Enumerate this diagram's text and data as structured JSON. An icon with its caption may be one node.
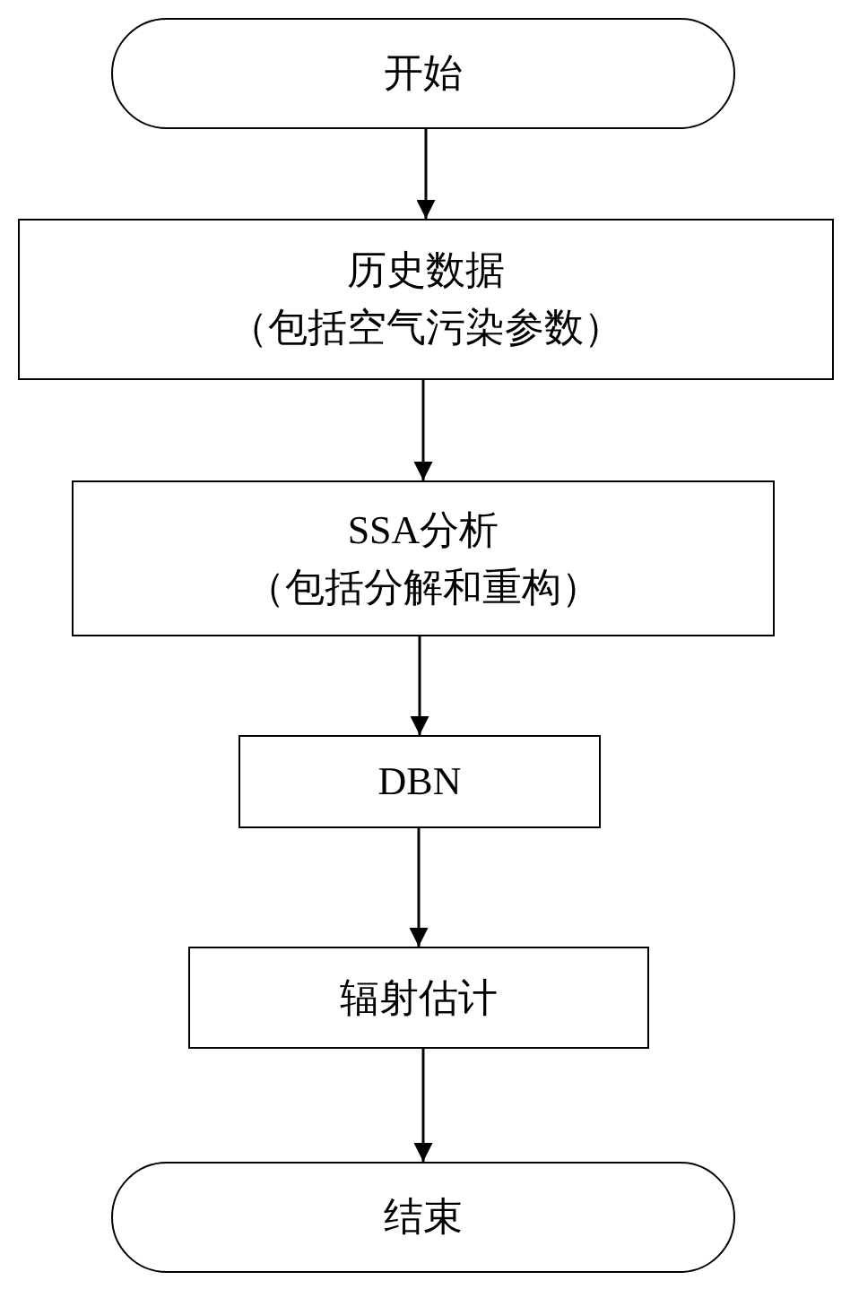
{
  "diagram": {
    "nodes": [
      {
        "text": [
          "开始"
        ]
      },
      {
        "text": [
          "历史数据",
          "（包括空气污染参数）"
        ]
      },
      {
        "text": [
          "SSA分析",
          "（包括分解和重构）"
        ]
      },
      {
        "text": [
          "DBN"
        ]
      },
      {
        "text": [
          "辐射估计"
        ]
      },
      {
        "text": [
          "结束"
        ]
      }
    ],
    "edges": [
      {
        "from": 0,
        "to": 1,
        "arrow": "to"
      },
      {
        "from": 1,
        "to": 2,
        "arrow": "to"
      },
      {
        "from": 2,
        "to": 3,
        "arrow": "to"
      },
      {
        "from": 3,
        "to": 4,
        "arrow": "to"
      },
      {
        "from": 4,
        "to": 5,
        "arrow": "to"
      }
    ]
  }
}
